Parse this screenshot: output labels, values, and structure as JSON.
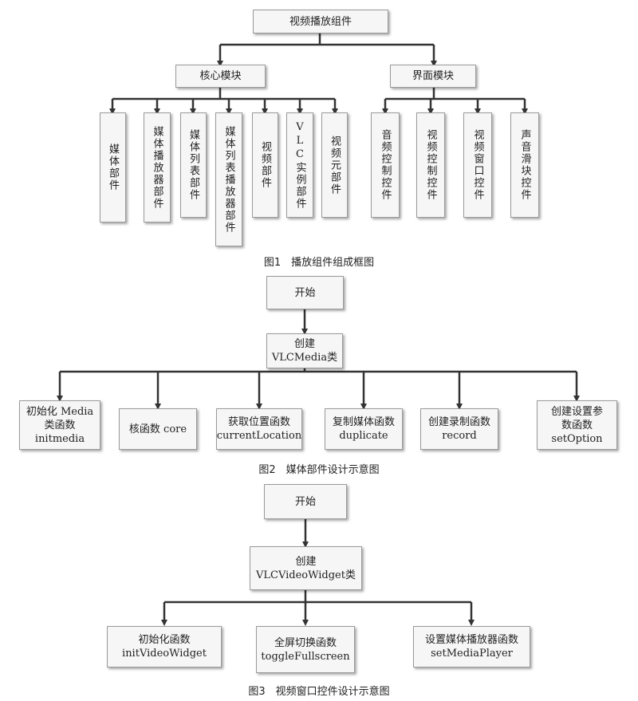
{
  "figure1": {
    "root": "视频播放组件",
    "core": "核心模块",
    "ui": "界面模块",
    "core_children": [
      "媒体部件",
      "媒体播放器部件",
      "媒体列表部件",
      "媒体列表播放器部件",
      "视频部件",
      "VLC实例部件",
      "视频元部件"
    ],
    "ui_children": [
      "音频控制控件",
      "视频控制控件",
      "视频窗口控件",
      "声音滑块控件"
    ],
    "caption": "图1　播放组件组成框图"
  },
  "figure2": {
    "start": "开始",
    "create": "创建\nVLCMedia类",
    "children": [
      "初始化 Media\n类函数\ninitmedia",
      "核函数 core",
      "获取位置函数\ncurrentLocation",
      "复制媒体函数\nduplicate",
      "创建录制函数\nrecord",
      "创建设置参\n数函数\nsetOption"
    ],
    "caption": "图2　媒体部件设计示意图"
  },
  "figure3": {
    "start": "开始",
    "create": "创建\nVLCVideoWidget类",
    "children": [
      "初始化函数\ninitVideoWidget",
      "全屏切换函数\ntoggleFullscreen",
      "设置媒体播放器函数\nsetMediaPlayer"
    ],
    "caption": "图3　视频窗口控件设计示意图"
  },
  "colors": {
    "line": "#333333",
    "box_fill": "#f6f6f6",
    "box_border": "#9a9a9a"
  }
}
